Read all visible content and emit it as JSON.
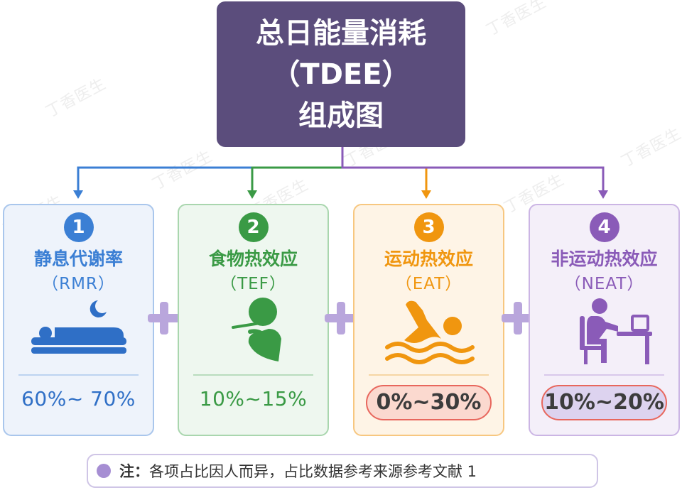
{
  "title": {
    "line1": "总日能量消耗",
    "line2": "（TDEE）",
    "line3": "组成图"
  },
  "watermark": "丁香医生",
  "cards": [
    {
      "number": "1",
      "name": "静息代谢率",
      "abbr": "（RMR）",
      "percent": "60%~ 70%",
      "icon": "sleeping-person-moon-icon",
      "color": "#3b7fd4",
      "bg": "#eef3fb",
      "highlighted": false
    },
    {
      "number": "2",
      "name": "食物热效应",
      "abbr": "（TEF）",
      "percent": "10%~15%",
      "icon": "person-eating-icon",
      "color": "#3a9a45",
      "bg": "#eef7ef",
      "highlighted": false
    },
    {
      "number": "3",
      "name": "运动热效应",
      "abbr": "（EAT）",
      "percent": "0%~30%",
      "icon": "swimming-person-icon",
      "color": "#f0960f",
      "bg": "#fef4e6",
      "highlighted": true,
      "pill_bg": "#fbd9cf"
    },
    {
      "number": "4",
      "name": "非运动热效应",
      "abbr": "（NEAT）",
      "percent": "10%~20%",
      "icon": "person-at-desk-icon",
      "color": "#8a5bb8",
      "bg": "#f4eff9",
      "highlighted": true,
      "pill_bg": "#ddd3ef"
    }
  ],
  "note": {
    "label": "注：",
    "text": "各项占比因人而异，占比数据参考来源参考文献 1"
  },
  "colors": {
    "title_bg": "#5b4d7c",
    "plus": "#b9a6dc",
    "pill_border": "#e8675d"
  }
}
